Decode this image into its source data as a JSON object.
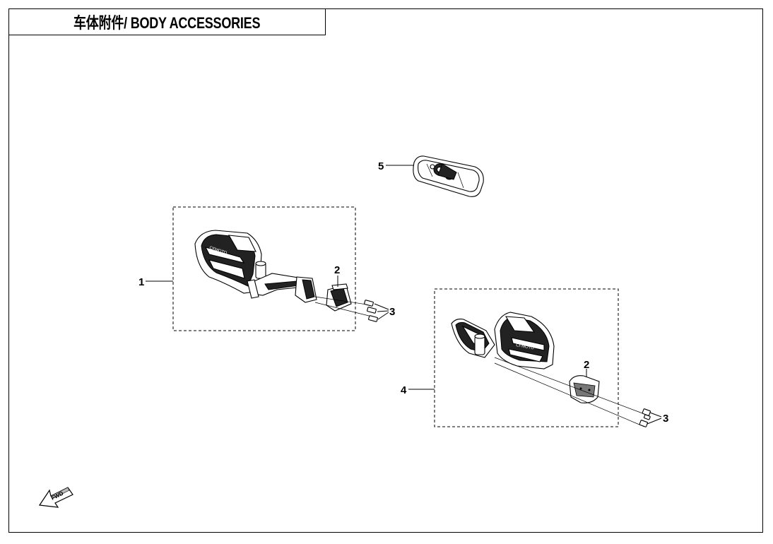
{
  "title": "车体附件/ BODY ACCESSORIES",
  "callouts": {
    "c1": "1",
    "c2a": "2",
    "c3a": "3",
    "c4": "4",
    "c2b": "2",
    "c3b": "3",
    "c5": "5"
  },
  "fwd_badge": "FWD"
}
